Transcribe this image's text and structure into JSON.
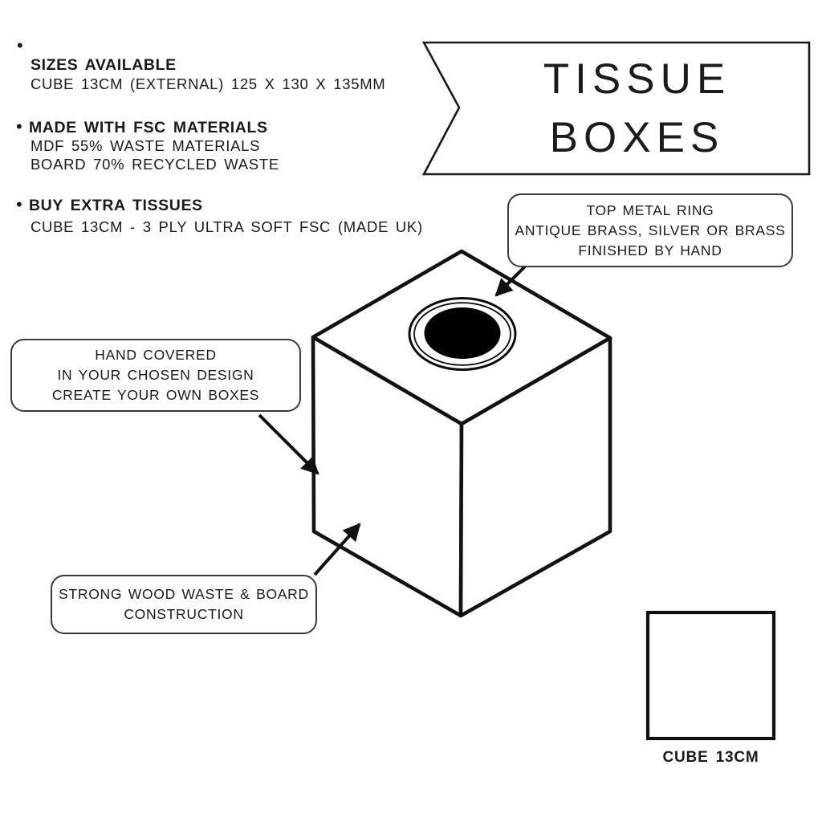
{
  "colors": {
    "ink": "#1a1a1a",
    "paper": "#ffffff",
    "hole_fill": "#000000"
  },
  "bullet": "•",
  "banner": {
    "title_line1": "TISSUE",
    "title_line2": "BOXES"
  },
  "info": {
    "items": [
      {
        "heading": "SIZES AVAILABLE",
        "lines": [
          "CUBE 13CM (EXTERNAL) 125 X 130 X 135MM"
        ]
      },
      {
        "heading": "MADE WITH FSC MATERIALS",
        "lines": [
          "MDF 55% WASTE MATERIALS",
          "BOARD 70% RECYCLED WASTE"
        ]
      },
      {
        "heading": "BUY EXTRA TISSUES",
        "lines": [
          "CUBE 13CM - 3 PLY ULTRA SOFT FSC (MADE UK)"
        ]
      }
    ]
  },
  "callouts": {
    "top_metal_ring": {
      "line1": "TOP METAL RING",
      "line2": "ANTIQUE BRASS, SILVER OR BRASS",
      "line3": "FINISHED BY HAND"
    },
    "hand_covered": {
      "line1": "HAND COVERED",
      "line2": "IN YOUR CHOSEN DESIGN",
      "line3": "CREATE YOUR OWN BOXES"
    },
    "construction": {
      "line1": "STRONG WOOD WASTE & BOARD",
      "line2": "CONSTRUCTION"
    }
  },
  "size_key": {
    "label": "CUBE 13CM"
  }
}
